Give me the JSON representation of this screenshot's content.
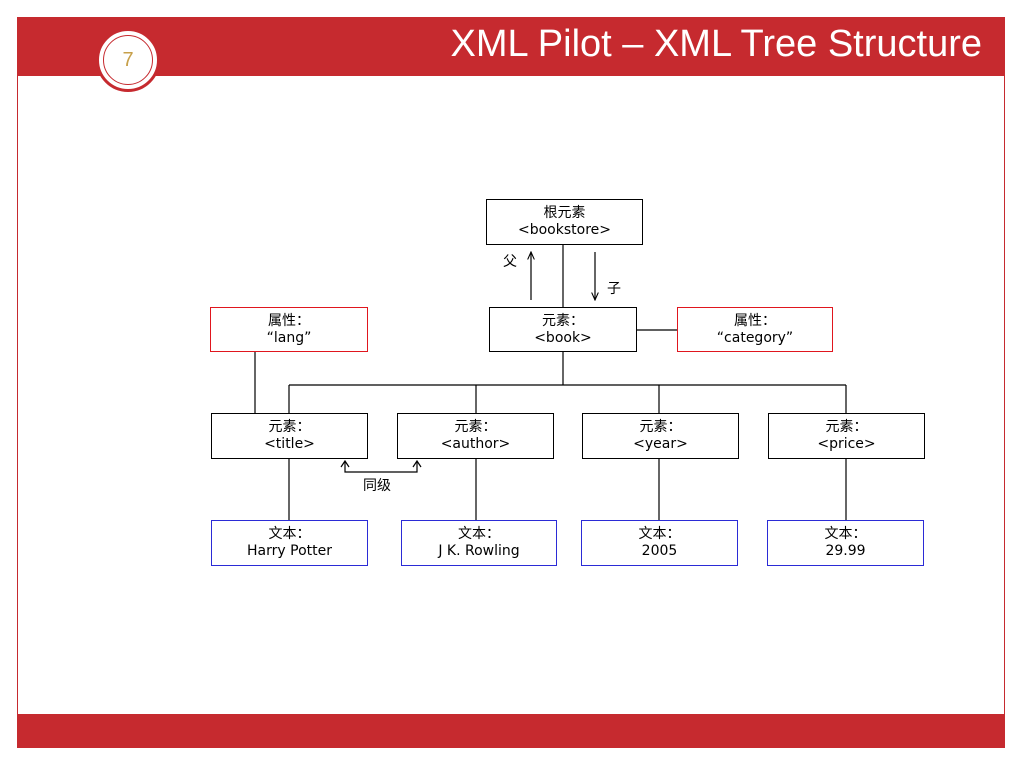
{
  "slide": {
    "number": "7",
    "title": "XML Pilot – XML Tree Structure"
  },
  "colors": {
    "accent": "#c62a2f",
    "badge_text": "#c7a04a",
    "attribute_border": "#e0161e",
    "text_node_border": "#2b2bd6"
  },
  "diagram": {
    "root": {
      "line1": "根元素",
      "line2": "<bookstore>"
    },
    "book": {
      "line1": "元素：",
      "line2": "<book>"
    },
    "attr_lang": {
      "line1": "属性：",
      "line2": "“lang”"
    },
    "attr_category": {
      "line1": "属性：",
      "line2": "“category”"
    },
    "title": {
      "line1": "元素：",
      "line2": "<title>"
    },
    "author": {
      "line1": "元素：",
      "line2": "<author>"
    },
    "year": {
      "line1": "元素：",
      "line2": "<year>"
    },
    "price": {
      "line1": "元素：",
      "line2": "<price>"
    },
    "text_title": {
      "line1": "文本：",
      "line2": "Harry Potter"
    },
    "text_author": {
      "line1": "文本：",
      "line2": "J K. Rowling"
    },
    "text_year": {
      "line1": "文本：",
      "line2": "2005"
    },
    "text_price": {
      "line1": "文本：",
      "line2": "29.99"
    },
    "label_parent": "父",
    "label_child": "子",
    "label_sibling": "同级"
  }
}
